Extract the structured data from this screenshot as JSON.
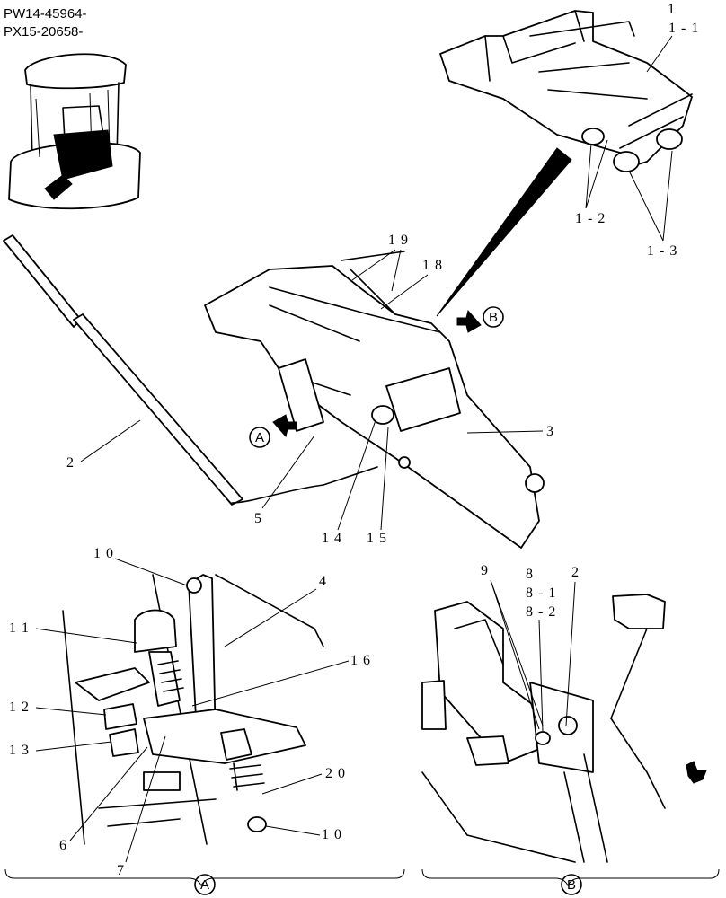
{
  "header": {
    "serial_range_1": "PW14-45964-",
    "serial_range_2": "PX15-20658-"
  },
  "callouts": {
    "c1": "1",
    "c1_1": "1 - 1",
    "c1_2": "1 - 2",
    "c1_3": "1 - 3",
    "c2_main": "2",
    "c3": "3",
    "c4": "4",
    "c5": "5",
    "c6": "6",
    "c7": "7",
    "c8": "8",
    "c8_1": "8 - 1",
    "c8_2": "8 - 2",
    "c9": "9",
    "c10_top": "1 0",
    "c10_bottom": "1 0",
    "c11": "1 1",
    "c12": "1 2",
    "c13": "1 3",
    "c14": "1 4",
    "c15": "1 5",
    "c16": "1 6",
    "c18": "1 8",
    "c19": "1 9",
    "c20": "2 0",
    "c2_viewB": "2"
  },
  "views": {
    "view_a_marker": "A",
    "view_b_marker": "B",
    "view_a_caption": "A",
    "view_b_caption": "B"
  }
}
